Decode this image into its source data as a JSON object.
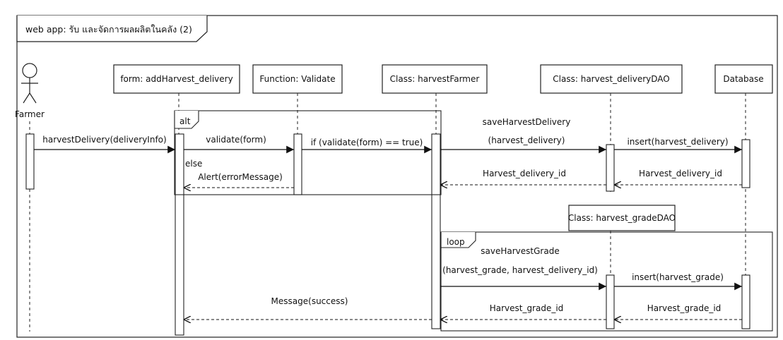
{
  "frame": {
    "title": "web app: รับ และจัดการผลผลิตในคลัง (2)"
  },
  "actor": {
    "name": "Farmer"
  },
  "lifelines": {
    "form": "form: addHarvest_delivery",
    "validate": "Function: Validate",
    "farmer_class": "Class: harvestFarmer",
    "delivery_dao": "Class: harvest_deliveryDAO",
    "database": "Database",
    "grade_dao": "Class: harvest_gradeDAO"
  },
  "fragments": {
    "alt": "alt",
    "else": "else",
    "loop": "loop"
  },
  "messages": {
    "m1": "harvestDelivery(deliveryInfo)",
    "m2": "validate(form)",
    "m3": "if (validate(form) == true)",
    "m4_line1": "saveHarvestDelivery",
    "m4_line2": "(harvest_delivery)",
    "m5": "insert(harvest_delivery)",
    "m6": "Harvest_delivery_id",
    "m7": "Harvest_delivery_id",
    "m8": "Alert(errorMessage)",
    "m9_line1": "saveHarvestGrade",
    "m9_line2": "(harvest_grade, harvest_delivery_id)",
    "m10": "insert(harvest_grade)",
    "m11": "Harvest_grade_id",
    "m12": "Harvest_grade_id",
    "m13": "Message(success)"
  }
}
